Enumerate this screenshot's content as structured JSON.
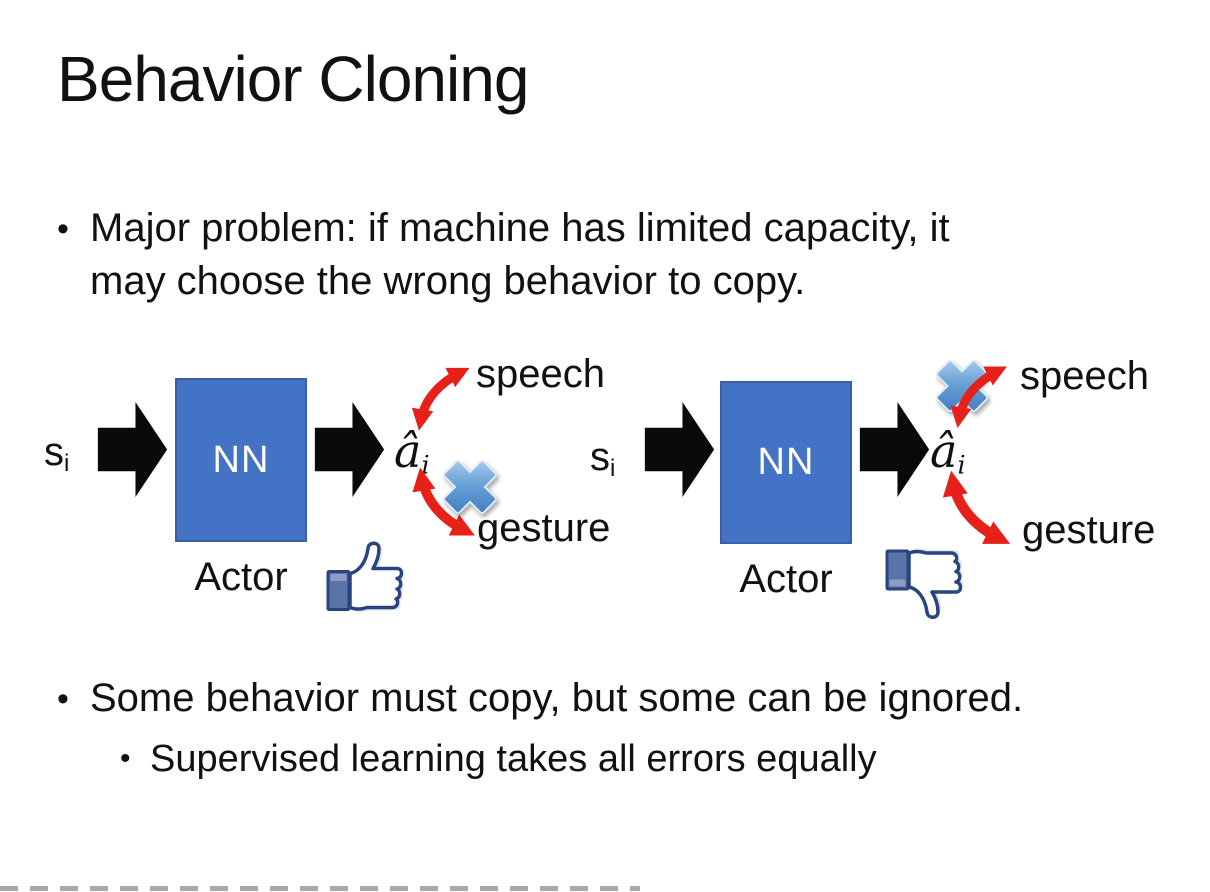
{
  "slide": {
    "title": "Behavior Cloning",
    "bullet_char": "•",
    "bullets": {
      "b1_line1": "Major problem: if machine has limited capacity, it",
      "b1_line2": "may choose the wrong behavior to copy.",
      "b2": "Some behavior must copy, but some can be ignored.",
      "b2_sub": "Supervised learning takes all errors equally"
    }
  },
  "diagram_left": {
    "input_label": "s",
    "input_sub": "i",
    "box_label": "NN",
    "box_caption": "Actor",
    "output_label": "â",
    "output_sub": "i",
    "branch_top": "speech",
    "branch_bottom": "gesture",
    "crossed_out_branch": "gesture",
    "feedback_icon": "thumbs-up"
  },
  "diagram_right": {
    "input_label": "s",
    "input_sub": "i",
    "box_label": "NN",
    "box_caption": "Actor",
    "output_label": "â",
    "output_sub": "i",
    "branch_top": "speech",
    "branch_bottom": "gesture",
    "crossed_out_branch": "speech",
    "feedback_icon": "thumbs-down"
  },
  "colors": {
    "background": "#FFFFFF",
    "text": "#111111",
    "nn_box_fill": "#4472C4",
    "nn_box_border": "#3A5FA8",
    "nn_text": "#FFFFFF",
    "arrow_black": "#0A0A0A",
    "arrow_red": "#E8201A",
    "cross_blue_light": "#C9DEF2",
    "cross_blue_mid": "#6BA3D8",
    "cross_blue_dark": "#2F6DB8",
    "thumb_navy": "#29447E",
    "thumb_cuff": "#5B74A8",
    "thumb_highlight": "#8B9DC3",
    "thumb_shadow": "#DFE3EE"
  }
}
